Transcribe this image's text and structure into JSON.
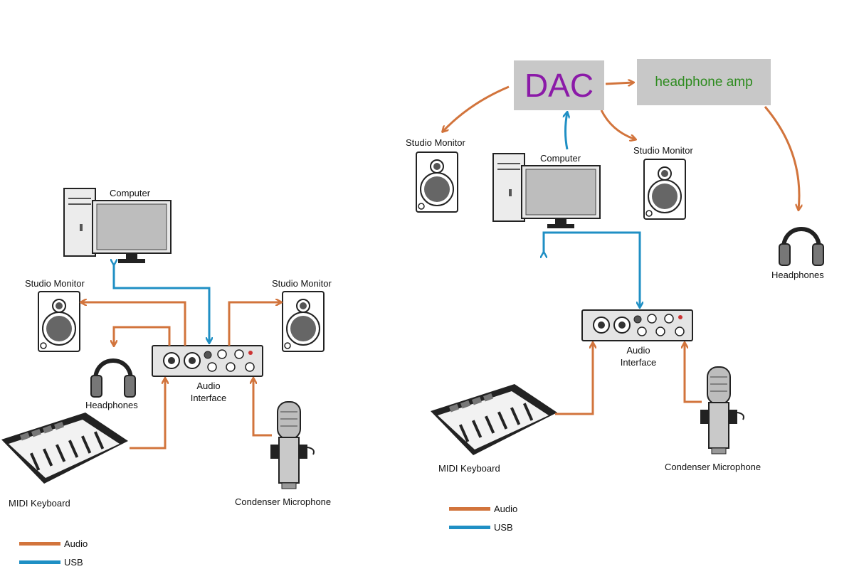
{
  "colors": {
    "audio": "#d2743c",
    "usb": "#1f8fc4",
    "dac_text": "#8b1aa8",
    "amp_text": "#2e8b1f",
    "box": "#c8c8c8"
  },
  "left": {
    "computer": "Computer",
    "monitor_left": "Studio Monitor",
    "monitor_right": "Studio Monitor",
    "headphones": "Headphones",
    "interface_line1": "Audio",
    "interface_line2": "Interface",
    "midi": "MIDI Keyboard",
    "mic": "Condenser Microphone",
    "legend_audio": "Audio",
    "legend_usb": "USB"
  },
  "right": {
    "dac": "DAC",
    "amp": "headphone amp",
    "computer": "Computer",
    "monitor_left": "Studio Monitor",
    "monitor_right": "Studio Monitor",
    "headphones": "Headphones",
    "interface_line1": "Audio",
    "interface_line2": "Interface",
    "midi": "MIDI Keyboard",
    "mic": "Condenser Microphone",
    "legend_audio": "Audio",
    "legend_usb": "USB"
  }
}
